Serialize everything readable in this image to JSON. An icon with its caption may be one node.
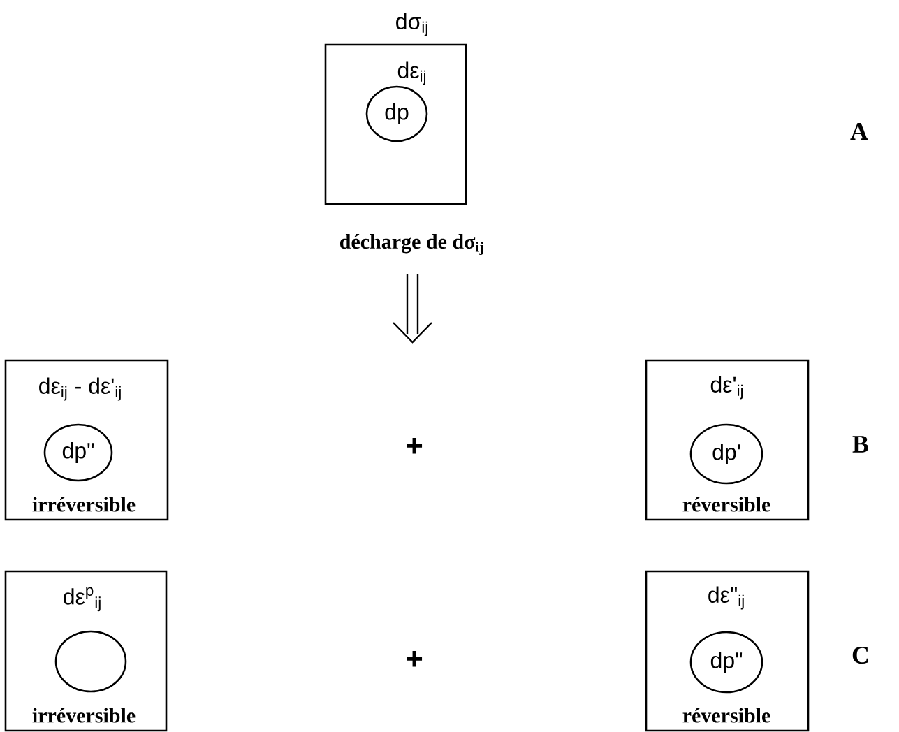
{
  "diagram": {
    "nodes": [
      {
        "text": [
          "dσ$_{ij}$",
          "dε$_{ij}$"
        ]
      },
      {
        "text": [
          "dp"
        ],
        "in": 0
      },
      {
        "text": [
          "dε$_{ij}$   -   dε'$_{ij}$",
          "irréversible"
        ]
      },
      {
        "text": [
          "dp\""
        ],
        "in": 2
      },
      {
        "text": [
          "dε'$_{ij}$",
          "réversible"
        ]
      },
      {
        "text": [
          "dp'"
        ],
        "in": 4
      },
      {
        "text": [
          "dε$^{p}$$_{ij}$",
          "irréversible"
        ]
      },
      {
        "text": [],
        "shape": "circle",
        "in": 6
      },
      {
        "text": [
          "dε\"$_{ij}$",
          "réversible"
        ]
      },
      {
        "text": [
          "dp\""
        ],
        "in": 8
      }
    ],
    "labels": [
      "décharge de  dσ$_{ij}$",
      "+",
      "+",
      "A",
      "B",
      "C"
    ]
  }
}
